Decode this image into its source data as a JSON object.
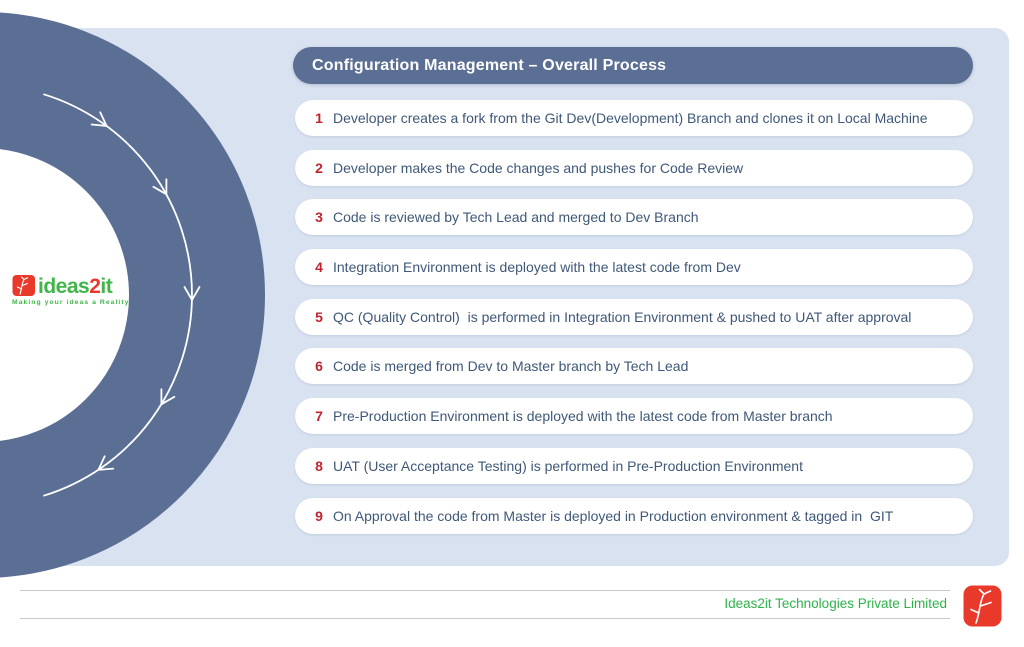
{
  "title": "Configuration Management – Overall Process",
  "steps": [
    {
      "num": "1",
      "text": "Developer creates a fork from the Git Dev(Development) Branch and clones it on Local Machine"
    },
    {
      "num": "2",
      "text": "Developer makes the Code changes and pushes for Code Review"
    },
    {
      "num": "3",
      "text": "Code is reviewed by Tech Lead and merged to Dev Branch"
    },
    {
      "num": "4",
      "text": "Integration Environment is deployed with the latest code from Dev"
    },
    {
      "num": "5",
      "text": "QC (Quality Control)  is performed in Integration Environment & pushed to UAT after approval"
    },
    {
      "num": "6",
      "text": "Code is merged from Dev to Master branch by Tech Lead"
    },
    {
      "num": "7",
      "text": "Pre-Production Environment is deployed with the latest code from Master branch"
    },
    {
      "num": "8",
      "text": "UAT (User Acceptance Testing) is performed in Pre-Production Environment"
    },
    {
      "num": "9",
      "text": "On Approval the code from Master is deployed in Production environment & tagged in  GIT"
    }
  ],
  "logo": {
    "word_ideas": "ideas",
    "word_2": "2",
    "word_it": "it",
    "tagline": "Making your ideas a Reality"
  },
  "footer": {
    "company": "Ideas2it Technologies Private Limited"
  },
  "icons": {
    "ring": "process-ring",
    "arrowheads": "chevron-arrowhead-icons",
    "logo_mark": "ideas2it-sapling-icon"
  },
  "colors": {
    "panel_background": "#d9e2f0",
    "slate_ring_and_title": "#5b6e94",
    "step_number_red": "#c1232d",
    "step_text_navy": "#3f5878",
    "footer_green": "#2eb34a",
    "logo_red": "#e8392b",
    "logo_green": "#41b549",
    "divider_gray": "#c9c9c9"
  }
}
